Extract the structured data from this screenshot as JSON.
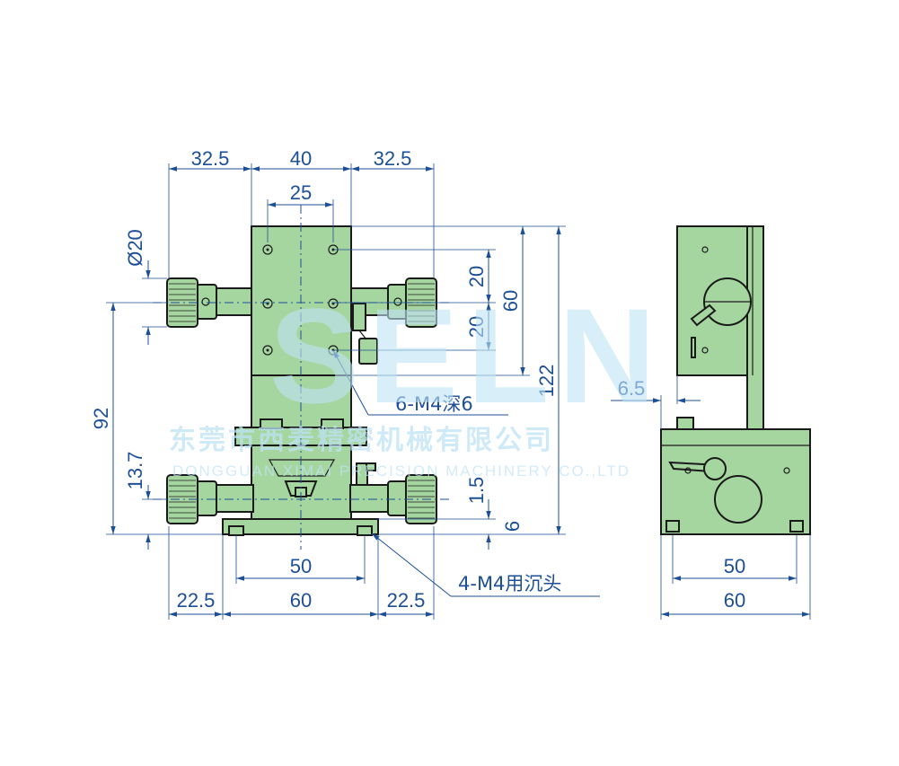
{
  "watermark": {
    "logo": "SELN",
    "company_cn": "东莞市西麦精密机械有限公司",
    "company_en": "DONGGUAN XIMAI PRECISION MACHINERY CO.,LTD"
  },
  "front_view": {
    "dims_top": {
      "left": "32.5",
      "middle": "40",
      "right": "32.5",
      "inner": "25"
    },
    "dims_left": {
      "knob_dia": "Ø20",
      "height_92": "92",
      "height_13_7": "13.7"
    },
    "dims_right": {
      "hole_pitch_upper": "20",
      "hole_pitch_lower": "20",
      "top_span": "60",
      "total_height": "122",
      "gap": "1.5",
      "base": "6"
    },
    "dims_bottom": {
      "hole_spacing": "50",
      "left": "22.5",
      "base_width": "60",
      "right": "22.5"
    },
    "notes": {
      "top_holes": "6-M4深6",
      "bottom_holes": "4-M4用沉头"
    }
  },
  "side_view": {
    "dims": {
      "offset": "6.5",
      "hole_spacing": "50",
      "width": "60"
    }
  },
  "colors": {
    "body": "#a6d6a0",
    "dimension": "#1d4f96",
    "outline": "#1a1a1a",
    "watermark": "#bfe3f5"
  }
}
